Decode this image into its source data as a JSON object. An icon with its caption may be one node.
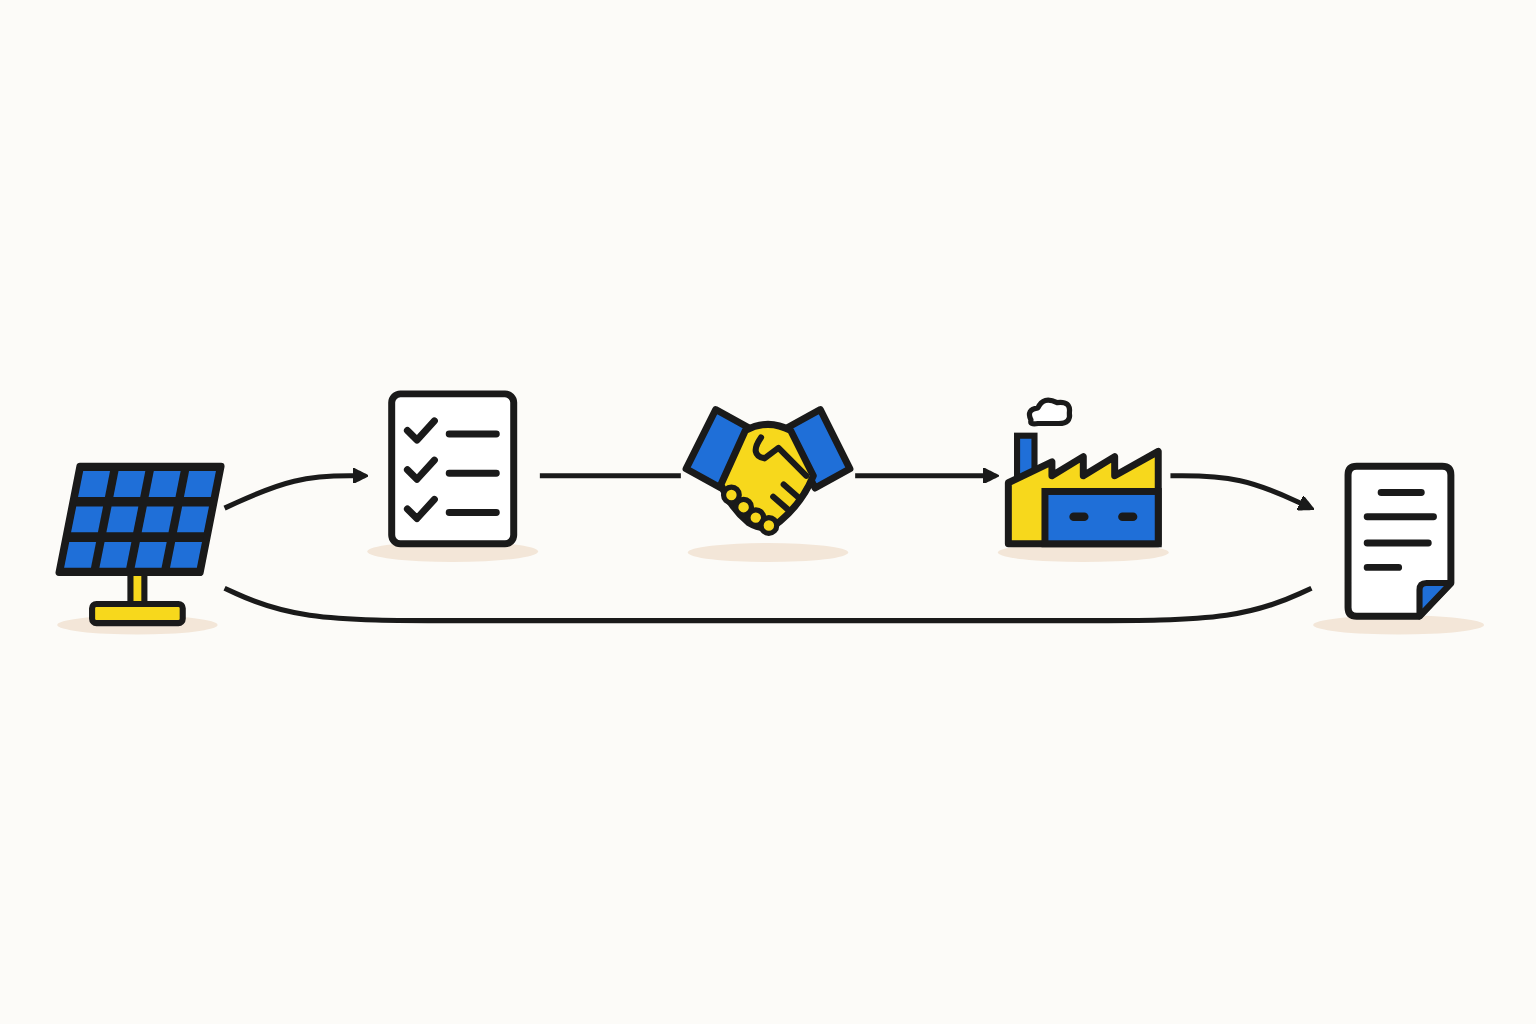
{
  "diagram": {
    "nodes": [
      {
        "text": [],
        "shape": "picture"
      },
      {
        "text": [],
        "shape": "picture"
      },
      {
        "text": [],
        "shape": "picture"
      },
      {
        "text": [],
        "shape": "picture"
      },
      {
        "text": [],
        "shape": "picture"
      }
    ],
    "edges": [
      {
        "from": 0,
        "to": 1,
        "arrow": "to"
      },
      {
        "from": 1,
        "to": 2,
        "arrow": "none"
      },
      {
        "from": 2,
        "to": 3,
        "arrow": "to"
      },
      {
        "from": 3,
        "to": 4,
        "arrow": "to"
      },
      {
        "from": 4,
        "to": 0,
        "arrow": "none"
      }
    ]
  }
}
